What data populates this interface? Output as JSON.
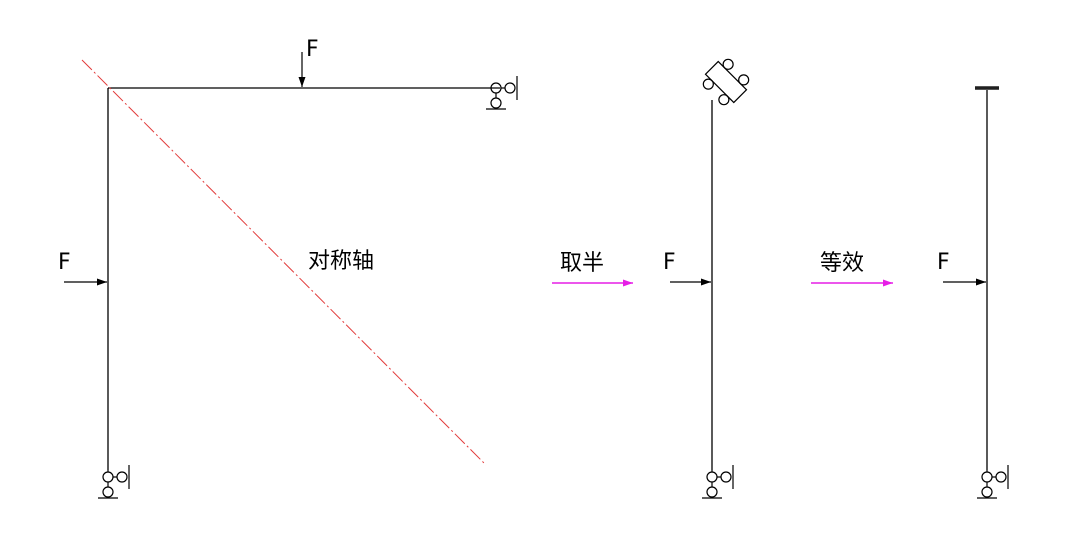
{
  "labels": {
    "force_top": "F",
    "force_left": "F",
    "symmetry_axis": "对称轴",
    "take_half": "取半",
    "force_half": "F",
    "equivalent": "等效",
    "force_equiv": "F"
  },
  "colors": {
    "structure": "#000000",
    "symmetry_axis": "#e23b3b",
    "transition_arrow": "#e61ee6"
  }
}
